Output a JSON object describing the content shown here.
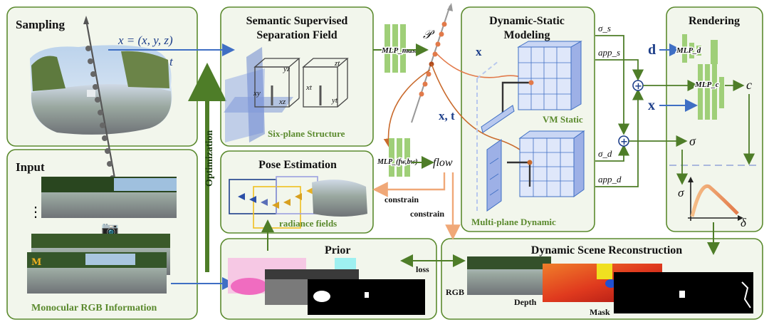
{
  "panels": {
    "sampling": "Sampling",
    "input": "Input",
    "semantic_title_line1": "Semantic Supervised",
    "semantic_title_line2": "Separation Field",
    "dynamic_static_line1": "Dynamic-Static",
    "dynamic_static_line2": "Modeling",
    "rendering": "Rendering",
    "pose_estimation": "Pose Estimation",
    "prior": "Prior",
    "dynamic_scene": "Dynamic Scene Reconstruction"
  },
  "labels": {
    "x_coords": "x = (x, y, z)",
    "t": "t",
    "optimization": "Optimization",
    "six_plane": "Six-plane Structure",
    "mlp_mask": "MLP_mask",
    "p_symbol": "𝒫",
    "x_bold": "x",
    "x_t": "x, t",
    "mlp_fwbw": "MLP_(fw,bw)",
    "flow": "flow",
    "constrain_left": "constrain",
    "constrain_down": "constrain",
    "vm_static": "VM Static",
    "multi_plane_dynamic": "Multi-plane Dynamic",
    "sigma_s": "σ_s",
    "app_s": "app_s",
    "sigma_d": "σ_d",
    "app_d": "app_d",
    "d_bold": "d",
    "mlp_d": "MLP_d",
    "mlp_c": "MLP_c",
    "c": "c",
    "sigma": "σ",
    "delta": "δ",
    "radiance_fields": "radiance fields",
    "monocular": "Monocular RGB Information",
    "loss": "loss",
    "rgb": "RGB",
    "depth": "Depth",
    "mask": "Mask",
    "plane_xy": "xy",
    "plane_yz": "yz",
    "plane_xz": "xz",
    "plane_xt": "xt",
    "plane_zt": "zt",
    "plane_yt": "yt"
  },
  "colors": {
    "panel_border": "#5b8a2e",
    "panel_fill": "#f2f6ec",
    "blue_arrow": "#3f6fc4",
    "green_arrow": "#4e7d28",
    "orange_arrow": "#f0a878",
    "mlp_green": "#9fcf78",
    "ray_orange": "#e27a4a"
  }
}
